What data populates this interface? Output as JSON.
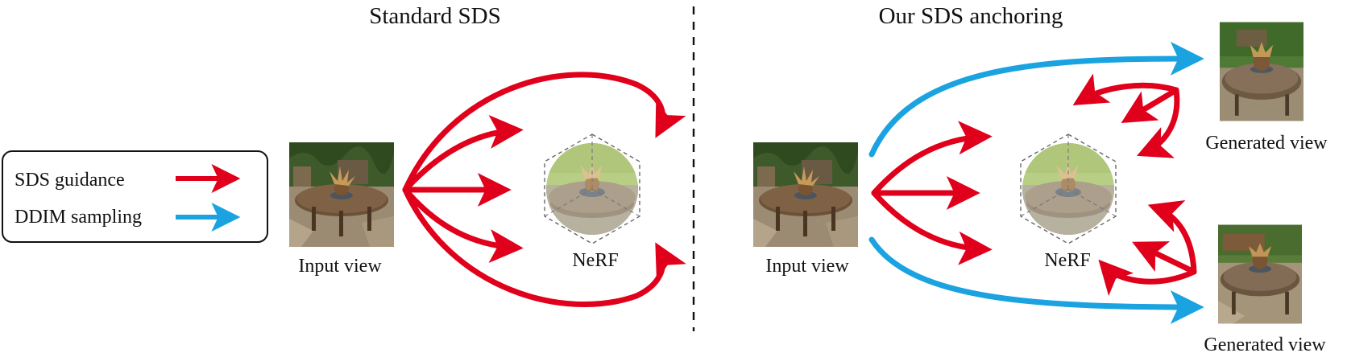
{
  "titles": {
    "left": "Standard SDS",
    "right": "Our SDS anchoring"
  },
  "legend": {
    "items": [
      {
        "label": "SDS guidance",
        "color": "#e0001b"
      },
      {
        "label": "DDIM sampling",
        "color": "#1aa3e0"
      }
    ]
  },
  "labels": {
    "input_view_left": "Input view",
    "nerf_left": "NeRF",
    "input_view_right": "Input view",
    "nerf_right": "NeRF",
    "generated_view_top": "Generated view",
    "generated_view_bottom": "Generated view"
  },
  "colors": {
    "sds_red": "#e0001b",
    "ddim_blue": "#1aa3e0",
    "divider": "#111111"
  }
}
